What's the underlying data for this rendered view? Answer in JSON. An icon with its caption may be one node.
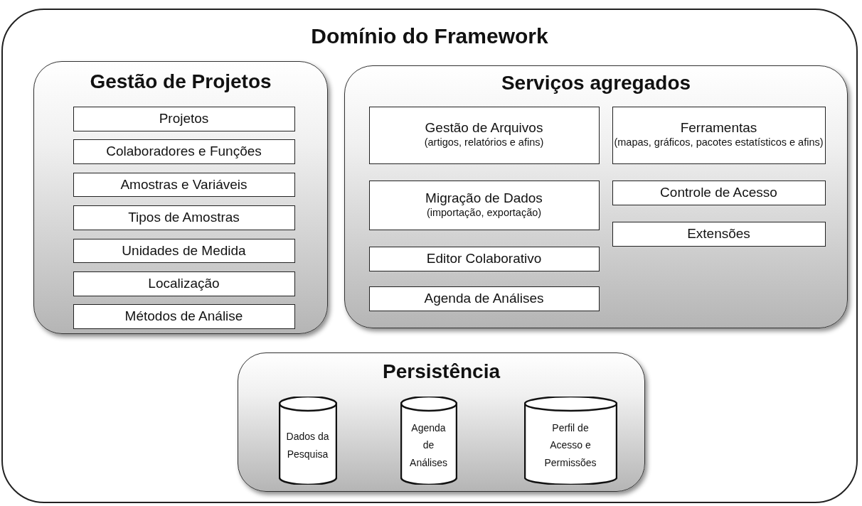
{
  "diagram": {
    "nodes": [
      {
        "text": [
          "Domínio do Framework"
        ]
      },
      {
        "text": [
          "Gestão de Projetos"
        ],
        "in": 0
      },
      {
        "text": [
          "Projetos"
        ],
        "in": 1
      },
      {
        "text": [
          "Colaboradores e Funções"
        ],
        "in": 1
      },
      {
        "text": [
          "Amostras e Variáveis"
        ],
        "in": 1
      },
      {
        "text": [
          "Tipos de Amostras"
        ],
        "in": 1
      },
      {
        "text": [
          "Unidades de Medida"
        ],
        "in": 1
      },
      {
        "text": [
          "Localização"
        ],
        "in": 1
      },
      {
        "text": [
          "Métodos de Análise"
        ],
        "in": 1
      },
      {
        "text": [
          "Serviços agregados"
        ],
        "in": 0
      },
      {
        "text": [
          "Gestão de Arquivos",
          "(artigos, relatórios  e afins)"
        ],
        "in": 9
      },
      {
        "text": [
          "Ferramentas",
          "(mapas, gráficos, pacotes estatísticos  e afins)"
        ],
        "in": 9
      },
      {
        "text": [
          "Migração de Dados",
          "(importação, exportação)"
        ],
        "in": 9
      },
      {
        "text": [
          "Controle de Acesso"
        ],
        "in": 9
      },
      {
        "text": [
          "Extensões"
        ],
        "in": 9
      },
      {
        "text": [
          "Editor Colaborativo"
        ],
        "in": 9
      },
      {
        "text": [
          "Agenda de Análises"
        ],
        "in": 9
      },
      {
        "text": [
          "Persistência"
        ],
        "in": 0
      },
      {
        "text": [
          "Dados da Pesquisa"
        ],
        "in": 17
      },
      {
        "text": [
          "Agenda de Análises"
        ],
        "in": 17
      },
      {
        "text": [
          "Perfil de Acesso e Permissões"
        ],
        "in": 17
      }
    ]
  }
}
